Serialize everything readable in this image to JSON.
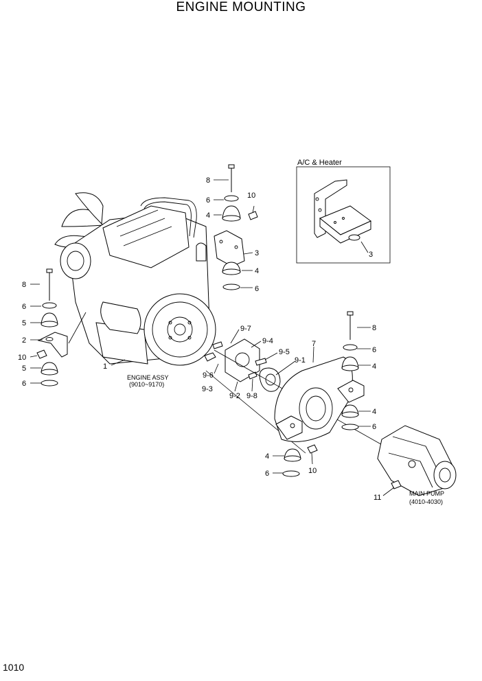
{
  "title": "ENGINE MOUNTING",
  "page_number": "1010",
  "inset": {
    "title": "A/C & Heater",
    "callout": "3"
  },
  "engine_caption": {
    "line1": "ENGINE ASSY",
    "line2": "(9010~9170)"
  },
  "pump_caption": {
    "line1": "MAIN PUMP",
    "line2": "(4010-4030)"
  },
  "callouts": {
    "c1": "1",
    "c2": "2",
    "c3": "3",
    "c4a": "4",
    "c4b": "4",
    "c4c": "4",
    "c4d": "4",
    "c4e": "4",
    "c5a": "5",
    "c5b": "5",
    "c6a": "6",
    "c6b": "6",
    "c6c": "6",
    "c6d": "6",
    "c6e": "6",
    "c6f": "6",
    "c6g": "6",
    "c7": "7",
    "c8a": "8",
    "c8b": "8",
    "c8c": "8",
    "c91": "9-1",
    "c92": "9-2",
    "c93": "9-3",
    "c94": "9-4",
    "c95": "9-5",
    "c96": "9-6",
    "c97": "9-7",
    "c98": "9-8",
    "c10a": "10",
    "c10b": "10",
    "c10c": "10",
    "c11": "11"
  }
}
